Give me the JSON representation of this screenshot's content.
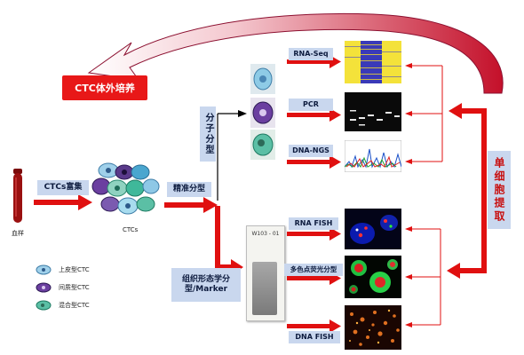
{
  "culture_label": "CTC体外培养",
  "blood": {
    "caption": "血样"
  },
  "enrich_label": "CTCs富集",
  "ctcs_caption": "CTCs",
  "precision_label": "精准分型",
  "molecular_label": "分子分型",
  "morphology_label": "组织形态学分型/Marker",
  "single_cell_label": "单细胞提取",
  "slide": {
    "line1": "W103 - 01",
    "line2": "",
    "line3": ""
  },
  "methods": [
    {
      "label": "RNA-Seq"
    },
    {
      "label": "PCR"
    },
    {
      "label": "DNA-NGS"
    },
    {
      "label": "RNA FISH"
    },
    {
      "label": "多色点荧光分型"
    },
    {
      "label": "DNA FISH"
    }
  ],
  "legend": [
    {
      "label": "上皮型CTC",
      "color": "#6fb8e0"
    },
    {
      "label": "间质型CTC",
      "color": "#6b3fa0"
    },
    {
      "label": "混合型CTC",
      "color": "#3fb89a"
    }
  ],
  "colors": {
    "accent_red": "#e01010",
    "label_bg": "#c9d7ee",
    "culture_bg": "#e81818"
  }
}
